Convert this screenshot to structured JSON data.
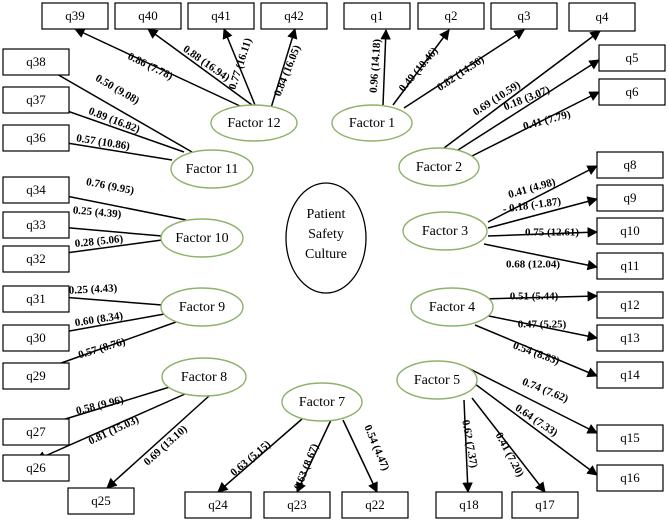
{
  "center": {
    "lines": [
      "Patient",
      "Safety",
      "Culture"
    ]
  },
  "factors": [
    {
      "id": "f1",
      "label": "Factor 1"
    },
    {
      "id": "f2",
      "label": "Factor 2"
    },
    {
      "id": "f3",
      "label": "Factor 3"
    },
    {
      "id": "f4",
      "label": "Factor 4"
    },
    {
      "id": "f5",
      "label": "Factor 5"
    },
    {
      "id": "f7",
      "label": "Factor 7"
    },
    {
      "id": "f8",
      "label": "Factor 8"
    },
    {
      "id": "f9",
      "label": "Factor 9"
    },
    {
      "id": "f10",
      "label": "Factor 10"
    },
    {
      "id": "f11",
      "label": "Factor 11"
    },
    {
      "id": "f12",
      "label": "Factor 12"
    }
  ],
  "items": [
    {
      "id": "q1",
      "label": "q1"
    },
    {
      "id": "q2",
      "label": "q2"
    },
    {
      "id": "q3",
      "label": "q3"
    },
    {
      "id": "q4",
      "label": "q4"
    },
    {
      "id": "q5",
      "label": "q5"
    },
    {
      "id": "q6",
      "label": "q6"
    },
    {
      "id": "q8",
      "label": "q8"
    },
    {
      "id": "q9",
      "label": "q9"
    },
    {
      "id": "q10",
      "label": "q10"
    },
    {
      "id": "q11",
      "label": "q11"
    },
    {
      "id": "q12",
      "label": "q12"
    },
    {
      "id": "q13",
      "label": "q13"
    },
    {
      "id": "q14",
      "label": "q14"
    },
    {
      "id": "q15",
      "label": "q15"
    },
    {
      "id": "q16",
      "label": "q16"
    },
    {
      "id": "q17",
      "label": "q17"
    },
    {
      "id": "q18",
      "label": "q18"
    },
    {
      "id": "q22",
      "label": "q22"
    },
    {
      "id": "q23",
      "label": "q23"
    },
    {
      "id": "q24",
      "label": "q24"
    },
    {
      "id": "q25",
      "label": "q25"
    },
    {
      "id": "q26",
      "label": "q26"
    },
    {
      "id": "q27",
      "label": "q27"
    },
    {
      "id": "q29",
      "label": "q29"
    },
    {
      "id": "q30",
      "label": "q30"
    },
    {
      "id": "q31",
      "label": "q31"
    },
    {
      "id": "q32",
      "label": "q32"
    },
    {
      "id": "q33",
      "label": "q33"
    },
    {
      "id": "q34",
      "label": "q34"
    },
    {
      "id": "q36",
      "label": "q36"
    },
    {
      "id": "q37",
      "label": "q37"
    },
    {
      "id": "q38",
      "label": "q38"
    },
    {
      "id": "q39",
      "label": "q39"
    },
    {
      "id": "q40",
      "label": "q40"
    },
    {
      "id": "q41",
      "label": "q41"
    },
    {
      "id": "q42",
      "label": "q42"
    }
  ],
  "paths": [
    {
      "from": "f1",
      "to": "q1",
      "label": "0.96 (14.18)"
    },
    {
      "from": "f1",
      "to": "q2",
      "label": "0.49 (10.46)"
    },
    {
      "from": "f1",
      "to": "q3",
      "label": "0.82 (14.56)"
    },
    {
      "from": "f2",
      "to": "q4",
      "label": "0.69 (10.59)"
    },
    {
      "from": "f2",
      "to": "q5",
      "label": "0.18 (3.07)"
    },
    {
      "from": "f2",
      "to": "q6",
      "label": "0.41 (7.79)"
    },
    {
      "from": "f3",
      "to": "q8",
      "label": "0.41 (4.98)"
    },
    {
      "from": "f3",
      "to": "q9",
      "label": "- 0.18 (-1.87)"
    },
    {
      "from": "f3",
      "to": "q10",
      "label": "0.75 (12.61)"
    },
    {
      "from": "f3",
      "to": "q11",
      "label": "0.68 (12.04)"
    },
    {
      "from": "f4",
      "to": "q12",
      "label": "0.51 (5.44)"
    },
    {
      "from": "f4",
      "to": "q13",
      "label": "0.47 (5.25)"
    },
    {
      "from": "f4",
      "to": "q14",
      "label": "0.54 (8.83)"
    },
    {
      "from": "f5",
      "to": "q15",
      "label": "0.74 (7.62)"
    },
    {
      "from": "f5",
      "to": "q16",
      "label": "0.64 (7.33)"
    },
    {
      "from": "f5",
      "to": "q17",
      "label": "0.41 (7.20)"
    },
    {
      "from": "f5",
      "to": "q18",
      "label": "0.62 (7.37)"
    },
    {
      "from": "f7",
      "to": "q22",
      "label": "0.54 (4.47)"
    },
    {
      "from": "f7",
      "to": "q23",
      "label": "0.63 (8.67)"
    },
    {
      "from": "f7",
      "to": "q24",
      "label": "0.63 (5.15)"
    },
    {
      "from": "f8",
      "to": "q25",
      "label": "0.69 (13.10)"
    },
    {
      "from": "f8",
      "to": "q26",
      "label": "0.81 (15.03)"
    },
    {
      "from": "f8",
      "to": "q27",
      "label": "0.58 (9.96)"
    },
    {
      "from": "f9",
      "to": "q29",
      "label": "0.57 (8.76)"
    },
    {
      "from": "f9",
      "to": "q30",
      "label": "0.60 (8.34)"
    },
    {
      "from": "f9",
      "to": "q31",
      "label": "0.25 (4.43)"
    },
    {
      "from": "f10",
      "to": "q32",
      "label": "0.28 (5.06)"
    },
    {
      "from": "f10",
      "to": "q33",
      "label": "0.25 (4.39)"
    },
    {
      "from": "f10",
      "to": "q34",
      "label": "0.76 (9.95)"
    },
    {
      "from": "f11",
      "to": "q36",
      "label": "0.57 (10.86)"
    },
    {
      "from": "f11",
      "to": "q37",
      "label": "0.89 (16.82)"
    },
    {
      "from": "f11",
      "to": "q38",
      "label": "0.50 (9.08)"
    },
    {
      "from": "f12",
      "to": "q39",
      "label": "0.86 (7.78)"
    },
    {
      "from": "f12",
      "to": "q40",
      "label": "0.88 (16.94)"
    },
    {
      "from": "f12",
      "to": "q41",
      "label": "0.77 (16.11)"
    },
    {
      "from": "f12",
      "to": "q42",
      "label": "0.84 (16.05)"
    }
  ]
}
